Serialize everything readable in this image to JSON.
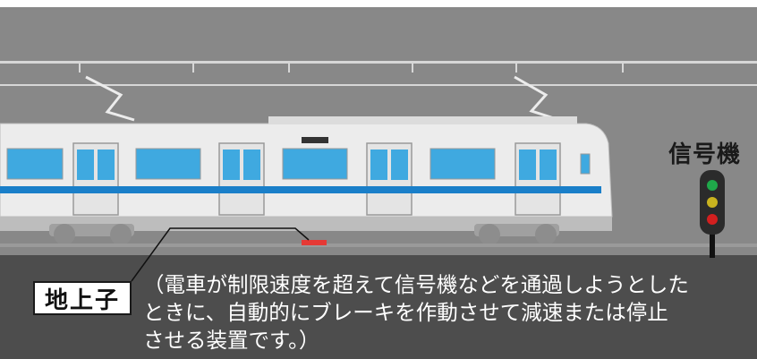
{
  "labels": {
    "signal": "信号機",
    "beacon": "地上子"
  },
  "caption": {
    "line1": "（電車が制限速度を超えて信号機などを通過しようとした",
    "line2": "ときに、自動的にブレーキを作動させて減速または停止",
    "line3": "させる装置です。）"
  },
  "colors": {
    "tunnel_wall": "#888888",
    "tunnel_floor": "#4d4d4d",
    "car_body": "#ececec",
    "window_blue": "#3fa9e0",
    "stripe_blue": "#1a7fc9",
    "beacon_red": "#e53935",
    "signal_green": "#1fa84a",
    "signal_yellow": "#c9b31f",
    "signal_red": "#d21f1f"
  }
}
